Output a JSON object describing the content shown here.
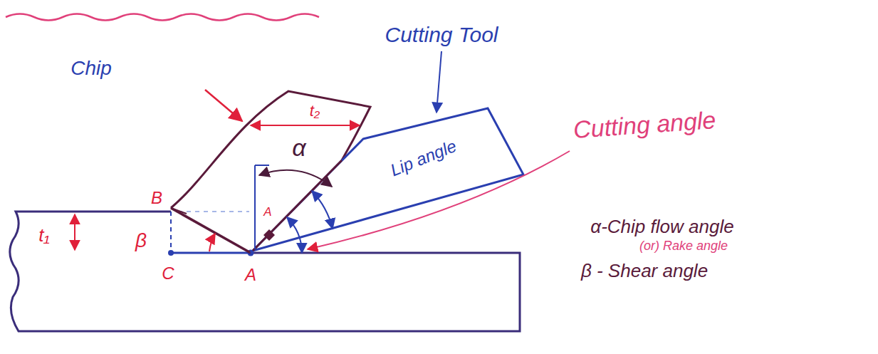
{
  "diagram": {
    "labels": [
      "Cutting Tool",
      "Chip",
      "t₂",
      "α",
      "Lip angle",
      "Cutting angle",
      "B",
      "A",
      "t₁",
      "β",
      "C",
      "A",
      "α-Chip flow angle",
      "(or) Rake angle",
      "β - Shear angle"
    ]
  }
}
